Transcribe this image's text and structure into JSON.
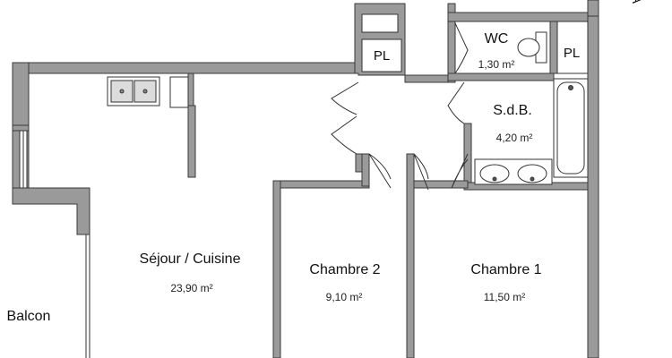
{
  "plan": {
    "colors": {
      "wall_fill": "#9a9a9a",
      "wall_stroke": "#3a3a3a",
      "line": "#333333",
      "background": "#ffffff"
    },
    "corner_letter": "A",
    "rooms": [
      {
        "key": "sejour",
        "name": "Séjour / Cuisine",
        "area": "23,90 m²"
      },
      {
        "key": "chambre2",
        "name": "Chambre 2",
        "area": "9,10 m²"
      },
      {
        "key": "chambre1",
        "name": "Chambre 1",
        "area": "11,50 m²"
      },
      {
        "key": "wc",
        "name": "WC",
        "area": "1,30 m²"
      },
      {
        "key": "sdb",
        "name": "S.d.B.",
        "area": "4,20 m²"
      },
      {
        "key": "balcon",
        "name": "Balcon",
        "area": ""
      }
    ],
    "closets": [
      {
        "key": "pl-left",
        "label": "PL"
      },
      {
        "key": "pl-right",
        "label": "PL"
      }
    ]
  }
}
